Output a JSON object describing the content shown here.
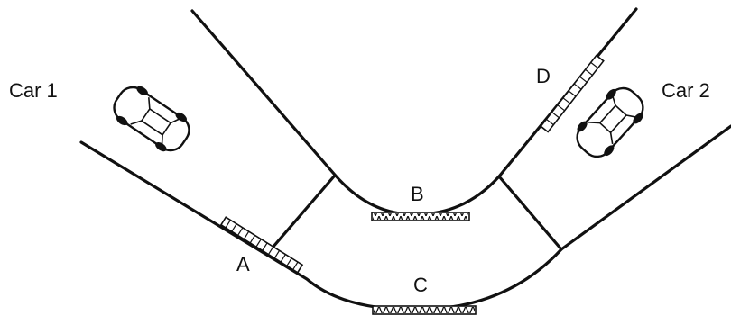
{
  "labels": {
    "car1": "Car 1",
    "car2": "Car 2",
    "a": "A",
    "b": "B",
    "c": "C",
    "d": "D"
  },
  "colors": {
    "ink": "#111111",
    "background": "#ffffff"
  }
}
